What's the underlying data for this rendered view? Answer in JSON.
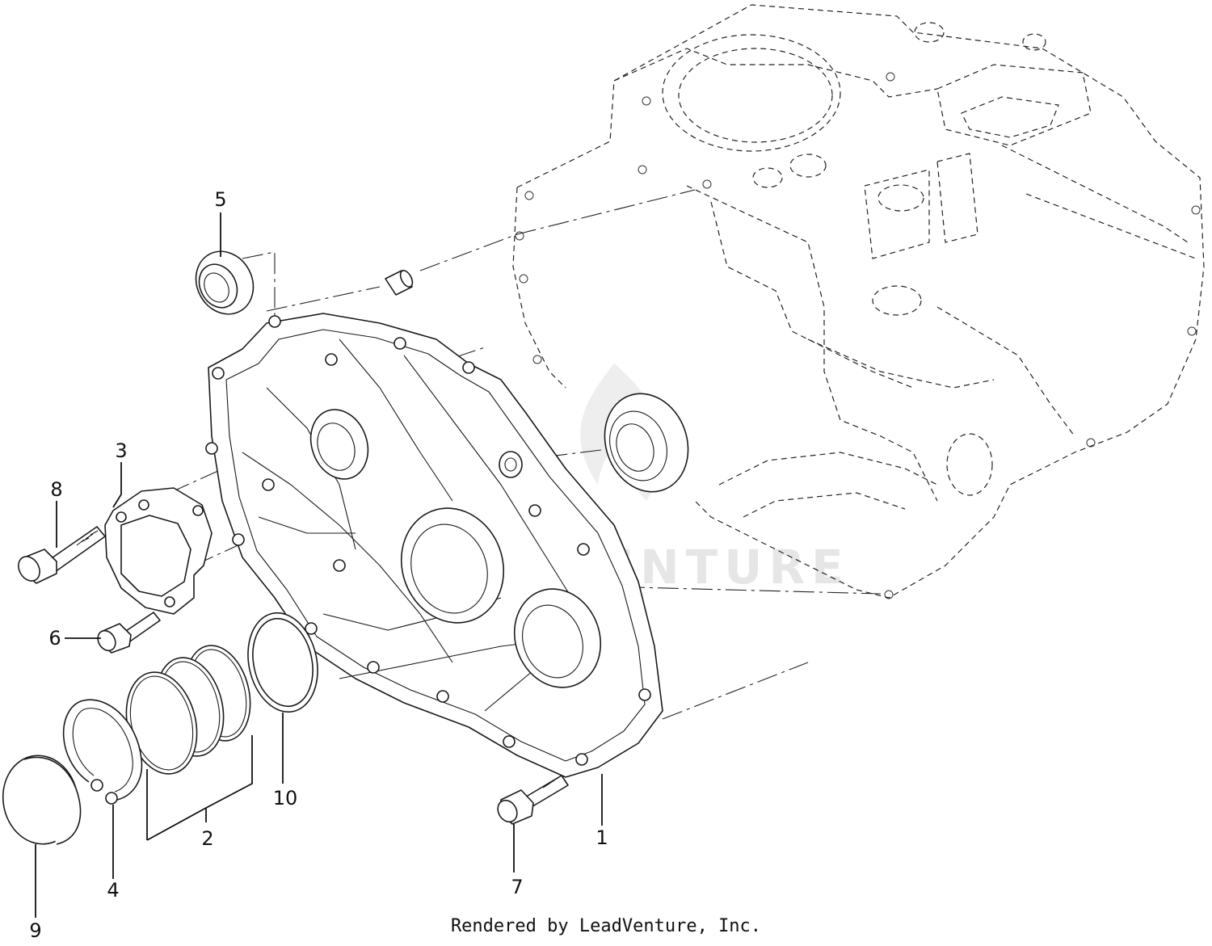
{
  "footer": {
    "text": "Rendered by LeadVenture, Inc."
  },
  "watermark": {
    "text": "LEADVENTURE"
  },
  "callouts": [
    {
      "id": "1",
      "label": "1"
    },
    {
      "id": "2",
      "label": "2"
    },
    {
      "id": "3",
      "label": "3"
    },
    {
      "id": "4",
      "label": "4"
    },
    {
      "id": "5",
      "label": "5"
    },
    {
      "id": "6",
      "label": "6"
    },
    {
      "id": "7",
      "label": "7"
    },
    {
      "id": "8",
      "label": "8"
    },
    {
      "id": "9",
      "label": "9"
    },
    {
      "id": "10",
      "label": "10"
    }
  ],
  "colors": {
    "line": "#1a1a1a",
    "watermark": "#e6e6e6",
    "background": "#ffffff"
  }
}
